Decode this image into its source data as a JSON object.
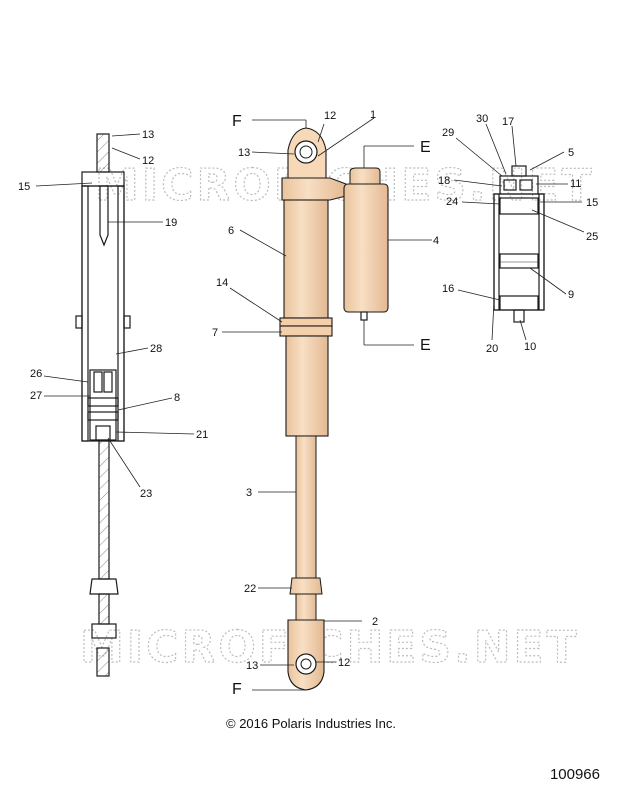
{
  "watermark": "MICROFICHES.NET",
  "copyright": "© 2016 Polaris Industries Inc.",
  "drawing_number": "100966",
  "section_labels": {
    "F": "F",
    "E": "E"
  },
  "callouts": {
    "c1": "1",
    "c2": "2",
    "c3": "3",
    "c4": "4",
    "c5": "5",
    "c6": "6",
    "c7": "7",
    "c8": "8",
    "c9": "9",
    "c10": "10",
    "c11": "11",
    "c12": "12",
    "c13": "13",
    "c14": "14",
    "c15": "15",
    "c16": "16",
    "c17": "17",
    "c18": "18",
    "c19": "19",
    "c20": "20",
    "c21": "21",
    "c22": "22",
    "c23": "23",
    "c24": "24",
    "c25": "25",
    "c26": "26",
    "c27": "27",
    "c28": "28",
    "c29": "29",
    "c30": "30"
  }
}
